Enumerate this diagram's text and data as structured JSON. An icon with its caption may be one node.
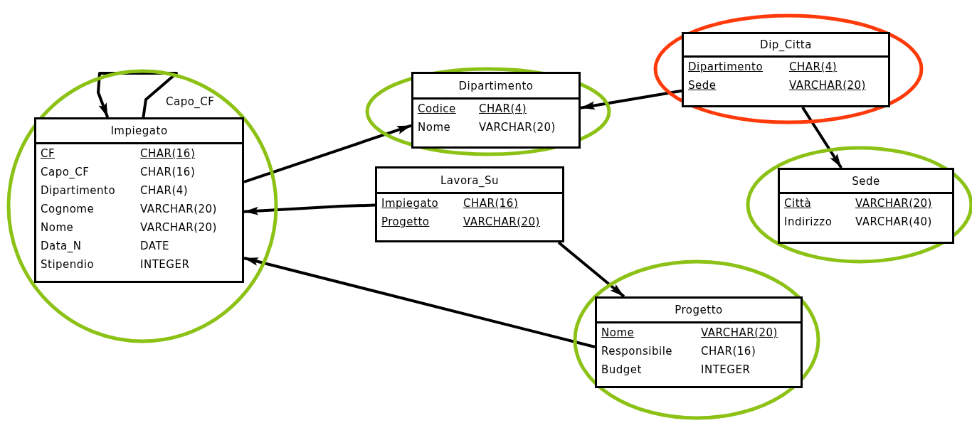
{
  "diagram": {
    "nodes": [
      {
        "text": [
          "Impiegato",
          "CF",
          "CHAR(16)",
          "Capo_CF",
          "CHAR(16)",
          "Dipartimento",
          "CHAR(4)",
          "Cognome",
          "VARCHAR(20)",
          "Nome",
          "VARCHAR(20)",
          "Data_N",
          "DATE",
          "Stipendio",
          "INTEGER"
        ]
      },
      {
        "text": [
          "Dipartimento",
          "Codice",
          "CHAR(4)",
          "Nome",
          "VARCHAR(20)"
        ]
      },
      {
        "text": [
          "Dip_Citta",
          "Dipartimento",
          "CHAR(4)",
          "Sede",
          "VARCHAR(20)"
        ]
      },
      {
        "text": [
          "Lavora_Su",
          "Impiegato",
          "CHAR(16)",
          "Progetto",
          "VARCHAR(20)"
        ]
      },
      {
        "text": [
          "Sede",
          "Città",
          "VARCHAR(20)",
          "Indirizzo",
          "VARCHAR(40)"
        ]
      },
      {
        "text": [
          "Progetto",
          "Nome",
          "VARCHAR(20)",
          "Responsibile",
          "CHAR(16)",
          "Budget",
          "INTEGER"
        ]
      }
    ],
    "edges": [
      {
        "from": 0,
        "to": 0,
        "arrow": "to",
        "label": "Capo_CF"
      },
      {
        "from": 0,
        "to": 1,
        "arrow": "to"
      },
      {
        "from": 2,
        "to": 1,
        "arrow": "to"
      },
      {
        "from": 2,
        "to": 4,
        "arrow": "to"
      },
      {
        "from": 3,
        "to": 0,
        "arrow": "to"
      },
      {
        "from": 3,
        "to": 5,
        "arrow": "to"
      },
      {
        "from": 5,
        "to": 0,
        "arrow": "to"
      }
    ]
  }
}
